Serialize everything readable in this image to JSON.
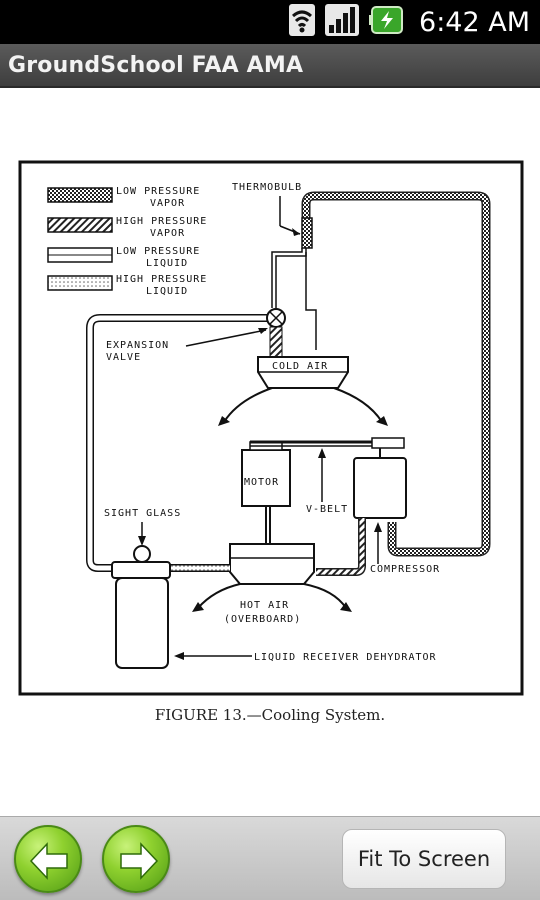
{
  "status_bar": {
    "time": "6:42 AM",
    "icons": [
      "wifi-icon",
      "signal-icon",
      "battery-charging-icon"
    ]
  },
  "title_bar": {
    "title": "GroundSchool FAA AMA"
  },
  "figure": {
    "legend": [
      {
        "line1": "LOW PRESSURE",
        "line2": "VAPOR"
      },
      {
        "line1": "HIGH PRESSURE",
        "line2": "VAPOR"
      },
      {
        "line1": "LOW PRESSURE",
        "line2": "LIQUID"
      },
      {
        "line1": "HIGH PRESSURE",
        "line2": "LIQUID"
      }
    ],
    "labels": {
      "thermobulb": "THERMOBULB",
      "expansion_valve_1": "EXPANSION",
      "expansion_valve_2": "VALVE",
      "cold_air": "COLD AIR",
      "motor": "MOTOR",
      "v_belt": "V-BELT",
      "sight_glass": "SIGHT GLASS",
      "compressor": "COMPRESSOR",
      "hot_air_1": "HOT AIR",
      "hot_air_2": "(OVERBOARD)",
      "receiver": "LIQUID RECEIVER DEHYDRATOR"
    },
    "caption": "FIGURE 13.—Cooling System."
  },
  "bottom_bar": {
    "back_icon": "arrow-left-icon",
    "forward_icon": "arrow-right-icon",
    "fit_label": "Fit To Screen"
  },
  "colors": {
    "nav_green": "#7cc42a",
    "title_bar": "#4a4a4a"
  }
}
